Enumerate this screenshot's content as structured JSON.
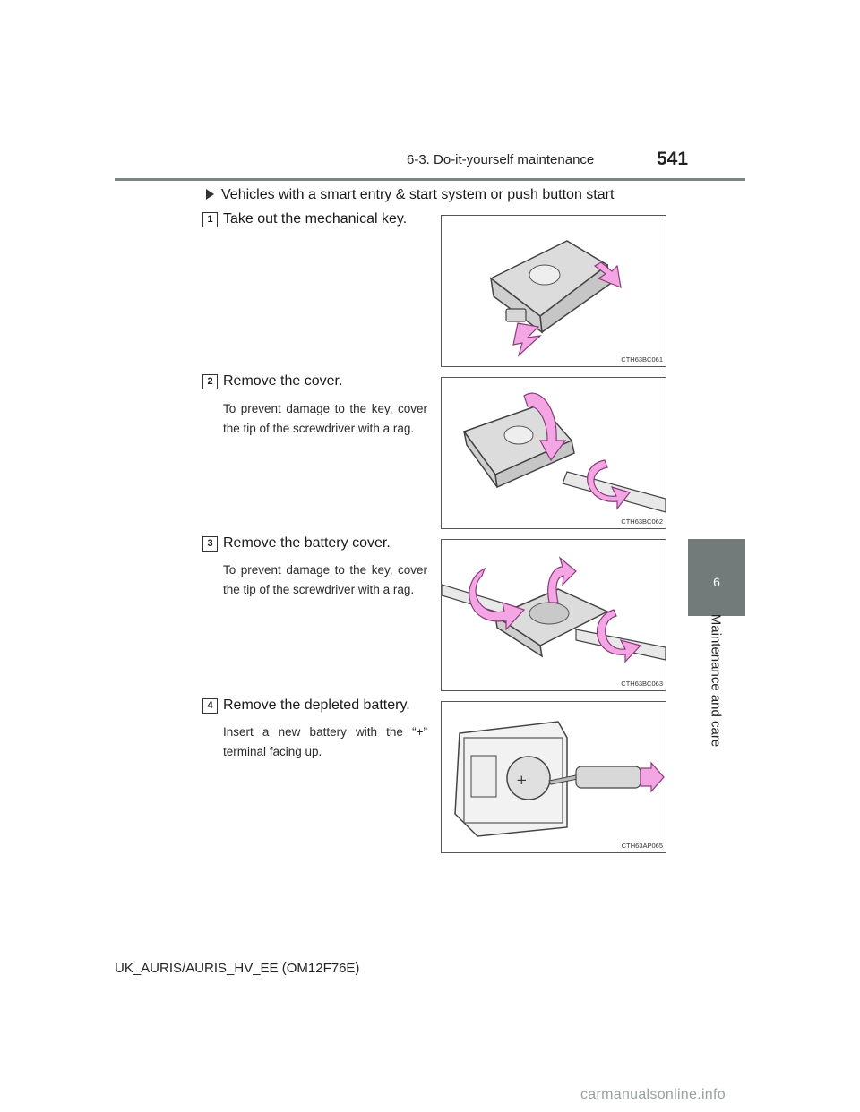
{
  "header": {
    "section": "6-3. Do-it-yourself maintenance",
    "page_number": "541"
  },
  "side_tab": {
    "number": "6",
    "title": "Maintenance and care"
  },
  "vehicle_heading": "Vehicles with a smart entry & start system or push button start",
  "steps": [
    {
      "number": "1",
      "title": "Take out the mechanical key.",
      "note": "",
      "figure_code": "CTH63BC061"
    },
    {
      "number": "2",
      "title": "Remove the cover.",
      "note": "To prevent damage to the key, cover the tip of the screwdriver with a rag.",
      "figure_code": "CTH63BC062"
    },
    {
      "number": "3",
      "title": "Remove the battery cover.",
      "note": "To prevent damage to the key, cover the tip of the screwdriver with a rag.",
      "figure_code": "CTH63BC063"
    },
    {
      "number": "4",
      "title": "Remove the depleted battery.",
      "note": "Insert a new battery with the “+” terminal facing up.",
      "figure_code": "CTH63AP065"
    }
  ],
  "footer": "UK_AURIS/AURIS_HV_EE (OM12F76E)",
  "watermark": "carmanualsonline.info",
  "colors": {
    "tab_gray": "#727b7a",
    "rule_gray": "#7d8584",
    "arrow_pink": "#f3a6e3",
    "arrow_outline": "#8a3a7a",
    "key_gray": "#dcdcdc"
  }
}
